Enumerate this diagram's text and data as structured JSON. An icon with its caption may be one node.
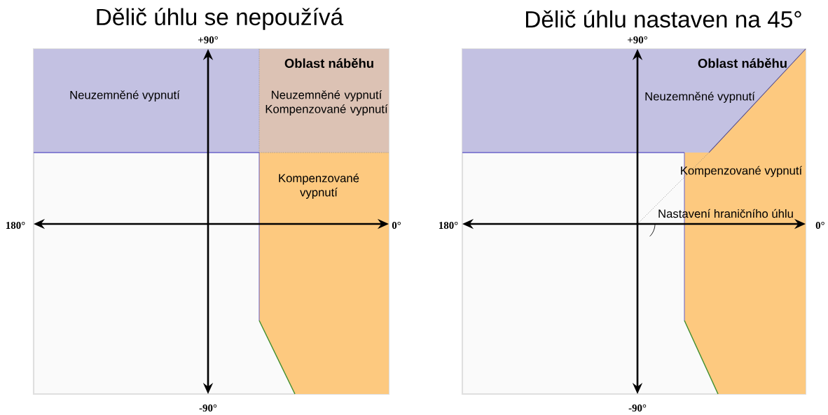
{
  "diagram": {
    "labels": [
      "Dělič úhlu se nepoužívá",
      "Dělič úhlu nastaven na 45°",
      "+90°",
      "Oblast náběhu",
      "Neuzemněné vypnutí",
      "Neuzemněné vypnutí Kompenzované vypnutí",
      "Kompenzované vypnutí",
      "180°",
      "0°",
      "-90°",
      "+90°",
      "Oblast náběhu",
      "Neuzemněné vypnutí",
      "Kompenzované vypnutí",
      "Nastavení hraničního úhlu",
      "180°",
      "0°",
      "-90°"
    ]
  }
}
